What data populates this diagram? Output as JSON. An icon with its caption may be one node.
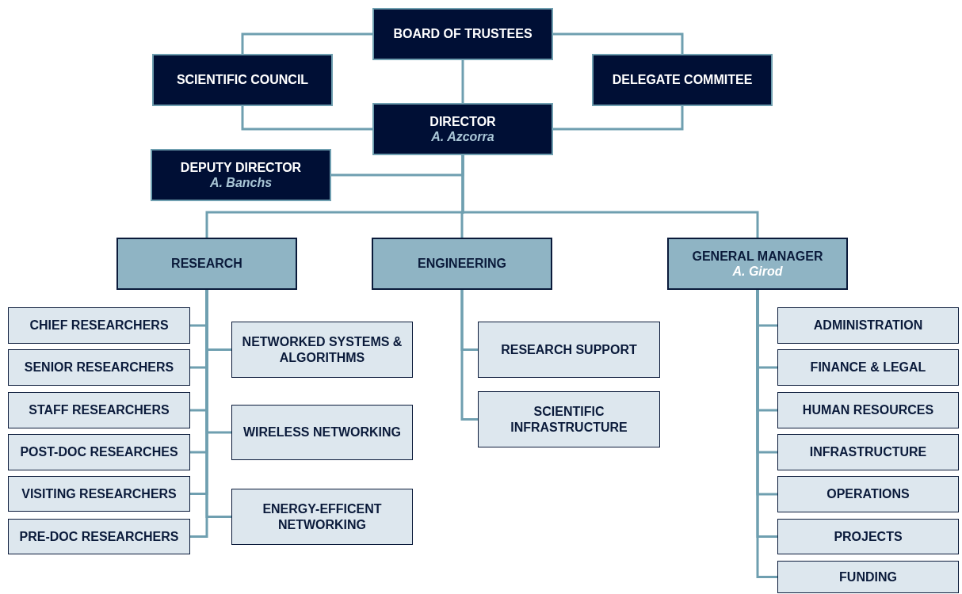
{
  "diagram": {
    "nodes": [
      {
        "text": [
          "BOARD OF TRUSTEES"
        ]
      },
      {
        "text": [
          "SCIENTIFIC COUNCIL"
        ]
      },
      {
        "text": [
          "DELEGATE COMMITEE"
        ]
      },
      {
        "text": [
          "DIRECTOR",
          "A. Azcorra"
        ]
      },
      {
        "text": [
          "DEPUTY DIRECTOR",
          "A. Banchs"
        ]
      },
      {
        "text": [
          "RESEARCH"
        ]
      },
      {
        "text": [
          "ENGINEERING"
        ]
      },
      {
        "text": [
          "GENERAL MANAGER",
          "A. Girod"
        ]
      },
      {
        "text": [
          "CHIEF RESEARCHERS"
        ]
      },
      {
        "text": [
          "SENIOR RESEARCHERS"
        ]
      },
      {
        "text": [
          "STAFF RESEARCHERS"
        ]
      },
      {
        "text": [
          "POST-DOC RESEARCHES"
        ]
      },
      {
        "text": [
          "VISITING RESEARCHERS"
        ]
      },
      {
        "text": [
          "PRE-DOC RESEARCHERS"
        ]
      },
      {
        "text": [
          "NETWORKED SYSTEMS & ALGORITHMS"
        ]
      },
      {
        "text": [
          "WIRELESS NETWORKING"
        ]
      },
      {
        "text": [
          "ENERGY-EFFICENT NETWORKING"
        ]
      },
      {
        "text": [
          "RESEARCH SUPPORT"
        ]
      },
      {
        "text": [
          "SCIENTIFIC INFRASTRUCTURE"
        ]
      },
      {
        "text": [
          "ADMINISTRATION"
        ]
      },
      {
        "text": [
          "FINANCE & LEGAL"
        ]
      },
      {
        "text": [
          "HUMAN RESOURCES"
        ]
      },
      {
        "text": [
          "INFRASTRUCTURE"
        ]
      },
      {
        "text": [
          "OPERATIONS"
        ]
      },
      {
        "text": [
          "PROJECTS"
        ]
      },
      {
        "text": [
          "FUNDING"
        ]
      }
    ],
    "edges": [
      {
        "from": 0,
        "to": 1,
        "arrow": "none"
      },
      {
        "from": 0,
        "to": 2,
        "arrow": "none"
      },
      {
        "from": 0,
        "to": 3,
        "arrow": "none"
      },
      {
        "from": 1,
        "to": 3,
        "arrow": "none"
      },
      {
        "from": 2,
        "to": 3,
        "arrow": "none"
      },
      {
        "from": 3,
        "to": 4,
        "arrow": "none"
      },
      {
        "from": 3,
        "to": 5,
        "arrow": "none"
      },
      {
        "from": 3,
        "to": 6,
        "arrow": "none"
      },
      {
        "from": 3,
        "to": 7,
        "arrow": "none"
      },
      {
        "from": 5,
        "to": 8,
        "arrow": "none"
      },
      {
        "from": 5,
        "to": 9,
        "arrow": "none"
      },
      {
        "from": 5,
        "to": 10,
        "arrow": "none"
      },
      {
        "from": 5,
        "to": 11,
        "arrow": "none"
      },
      {
        "from": 5,
        "to": 12,
        "arrow": "none"
      },
      {
        "from": 5,
        "to": 13,
        "arrow": "none"
      },
      {
        "from": 5,
        "to": 14,
        "arrow": "none"
      },
      {
        "from": 5,
        "to": 15,
        "arrow": "none"
      },
      {
        "from": 5,
        "to": 16,
        "arrow": "none"
      },
      {
        "from": 6,
        "to": 17,
        "arrow": "none"
      },
      {
        "from": 6,
        "to": 18,
        "arrow": "none"
      },
      {
        "from": 7,
        "to": 19,
        "arrow": "none"
      },
      {
        "from": 7,
        "to": 20,
        "arrow": "none"
      },
      {
        "from": 7,
        "to": 21,
        "arrow": "none"
      },
      {
        "from": 7,
        "to": 22,
        "arrow": "none"
      },
      {
        "from": 7,
        "to": 23,
        "arrow": "none"
      },
      {
        "from": 7,
        "to": 24,
        "arrow": "none"
      },
      {
        "from": 7,
        "to": 25,
        "arrow": "none"
      }
    ]
  }
}
